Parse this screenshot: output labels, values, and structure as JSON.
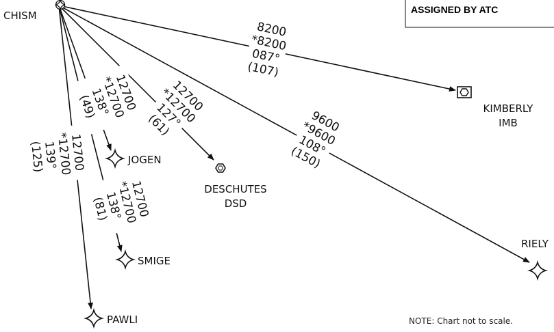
{
  "header_box": {
    "text": "ASSIGNED BY ATC"
  },
  "note": "NOTE:  Chart not to scale.",
  "fixes": [
    {
      "id": "chism",
      "name": "CHISM",
      "type": "waypoint"
    },
    {
      "id": "jogen",
      "name": "JOGEN",
      "type": "waypoint"
    },
    {
      "id": "smige",
      "name": "SMIGE",
      "type": "waypoint"
    },
    {
      "id": "pawli",
      "name": "PAWLI",
      "type": "waypoint"
    },
    {
      "id": "deschutes",
      "name": "DESCHUTES",
      "ident": "DSD",
      "type": "vortac"
    },
    {
      "id": "kimberly",
      "name": "KIMBERLY",
      "ident": "IMB",
      "type": "vortac"
    },
    {
      "id": "riely",
      "name": "RIELY",
      "type": "waypoint"
    }
  ],
  "legs": [
    {
      "id": "to-kimberly",
      "from": "CHISM",
      "to": "KIMBERLY",
      "mea": "8200",
      "moca": "*8200",
      "course": "087°",
      "distance": "(107)"
    },
    {
      "id": "to-riely",
      "from": "CHISM",
      "to": "RIELY",
      "mea": "9600",
      "moca": "*9600",
      "course": "108°",
      "distance": "(150)"
    },
    {
      "id": "to-deschutes",
      "from": "CHISM",
      "to": "DESCHUTES",
      "mea": "12700",
      "moca": "*12700",
      "course": "127°",
      "distance": "(61)"
    },
    {
      "id": "to-jogen",
      "from": "CHISM",
      "to": "JOGEN",
      "mea": "12700",
      "moca": "*12700",
      "course": "138°",
      "distance": "(49)"
    },
    {
      "id": "to-smige",
      "from": "CHISM",
      "to": "SMIGE",
      "mea": "12700",
      "moca": "*12700",
      "course": "138°",
      "distance": "(81)"
    },
    {
      "id": "to-pawli",
      "from": "CHISM",
      "to": "PAWLI",
      "mea": "12700",
      "moca": "*12700",
      "course": "139°",
      "distance": "(125)"
    }
  ]
}
